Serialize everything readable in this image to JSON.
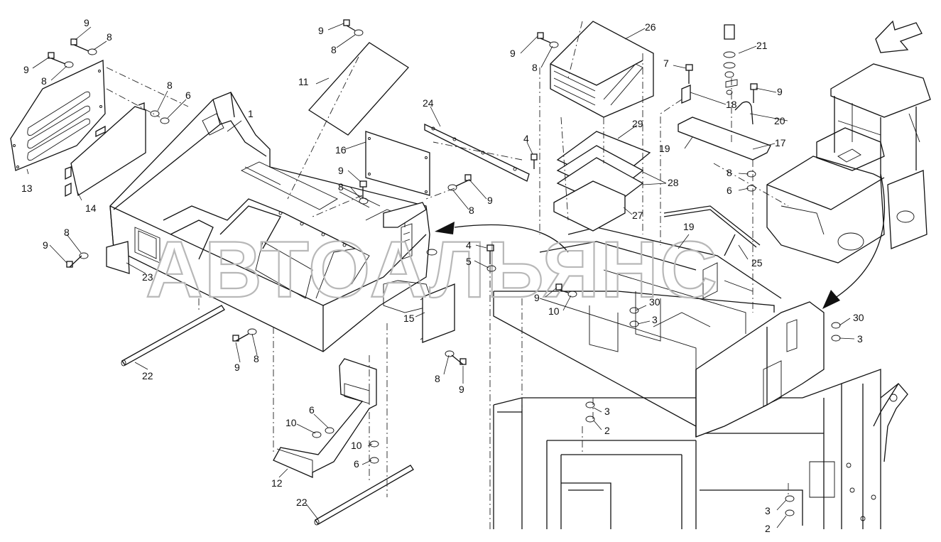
{
  "diagram": {
    "watermark": "АВТОАЛЬЯНС",
    "callouts": [
      {
        "id": "c9a",
        "text": "9"
      },
      {
        "id": "c8a",
        "text": "8"
      },
      {
        "id": "c9b",
        "text": "9"
      },
      {
        "id": "c8b",
        "text": "8"
      },
      {
        "id": "c8c",
        "text": "8"
      },
      {
        "id": "c6a",
        "text": "6"
      },
      {
        "id": "c1",
        "text": "1"
      },
      {
        "id": "c13",
        "text": "13"
      },
      {
        "id": "c14",
        "text": "14"
      },
      {
        "id": "c9c",
        "text": "9"
      },
      {
        "id": "c8d",
        "text": "8"
      },
      {
        "id": "c11",
        "text": "11"
      },
      {
        "id": "c24",
        "text": "24"
      },
      {
        "id": "c16",
        "text": "16"
      },
      {
        "id": "c4a",
        "text": "4"
      },
      {
        "id": "c9d",
        "text": "9"
      },
      {
        "id": "c8e",
        "text": "8"
      },
      {
        "id": "c8f",
        "text": "8"
      },
      {
        "id": "c9e",
        "text": "9"
      },
      {
        "id": "c8g",
        "text": "8"
      },
      {
        "id": "c9f",
        "text": "9"
      },
      {
        "id": "c23",
        "text": "23"
      },
      {
        "id": "c4b",
        "text": "4"
      },
      {
        "id": "c5",
        "text": "5"
      },
      {
        "id": "c15",
        "text": "15"
      },
      {
        "id": "c9g",
        "text": "9"
      },
      {
        "id": "c8h",
        "text": "8"
      },
      {
        "id": "c22a",
        "text": "22"
      },
      {
        "id": "c8i",
        "text": "8"
      },
      {
        "id": "c9h",
        "text": "9"
      },
      {
        "id": "c6b",
        "text": "6"
      },
      {
        "id": "c10a",
        "text": "10"
      },
      {
        "id": "c10b",
        "text": "10"
      },
      {
        "id": "c6c",
        "text": "6"
      },
      {
        "id": "c12",
        "text": "12"
      },
      {
        "id": "c22b",
        "text": "22"
      },
      {
        "id": "c9i",
        "text": "9"
      },
      {
        "id": "c8j",
        "text": "8"
      },
      {
        "id": "c26",
        "text": "26"
      },
      {
        "id": "c7",
        "text": "7"
      },
      {
        "id": "c21",
        "text": "21"
      },
      {
        "id": "c9j",
        "text": "9"
      },
      {
        "id": "c18",
        "text": "18"
      },
      {
        "id": "c20",
        "text": "20"
      },
      {
        "id": "c29",
        "text": "29"
      },
      {
        "id": "c17",
        "text": "17"
      },
      {
        "id": "c19a",
        "text": "19"
      },
      {
        "id": "c8k",
        "text": "8"
      },
      {
        "id": "c6d",
        "text": "6"
      },
      {
        "id": "c28",
        "text": "28"
      },
      {
        "id": "c27",
        "text": "27"
      },
      {
        "id": "c19b",
        "text": "19"
      },
      {
        "id": "c25",
        "text": "25"
      },
      {
        "id": "c9k",
        "text": "9"
      },
      {
        "id": "c10c",
        "text": "10"
      },
      {
        "id": "c30a",
        "text": "30"
      },
      {
        "id": "c3a",
        "text": "3"
      },
      {
        "id": "c30b",
        "text": "30"
      },
      {
        "id": "c3b",
        "text": "3"
      },
      {
        "id": "c3c",
        "text": "3"
      },
      {
        "id": "c2a",
        "text": "2"
      },
      {
        "id": "c3d",
        "text": "3"
      },
      {
        "id": "c2b",
        "text": "2"
      }
    ]
  }
}
